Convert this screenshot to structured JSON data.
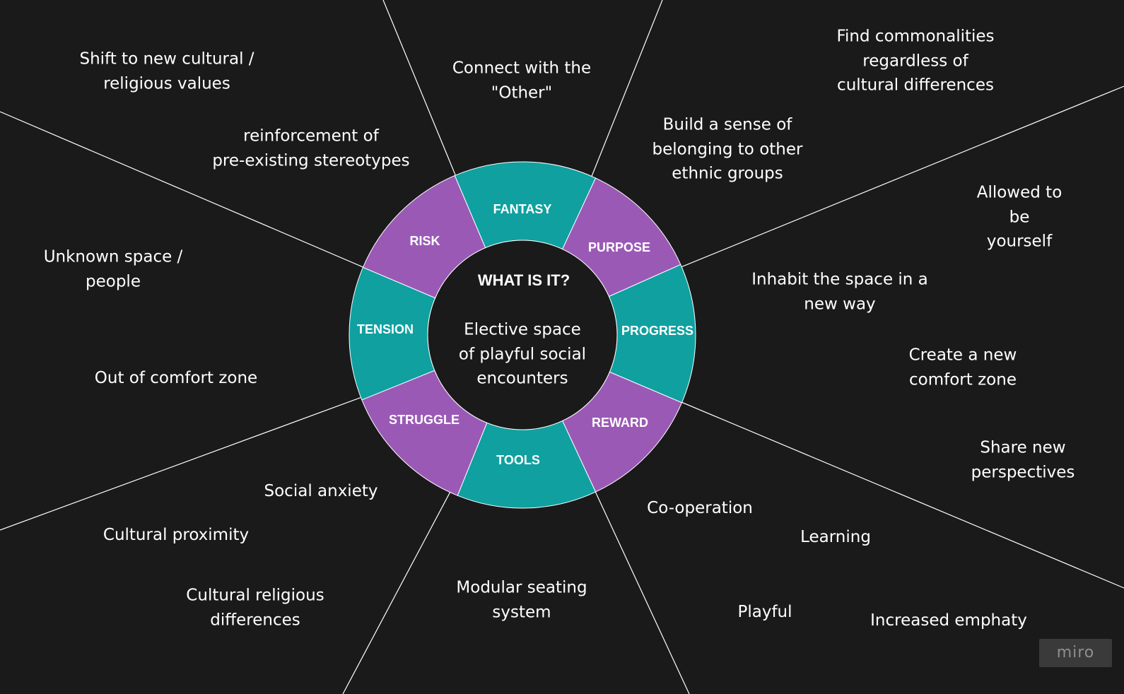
{
  "diagram": {
    "center_title": "WHAT IS IT?",
    "center_description": "Elective space\nof playful social\nencounters",
    "segments": [
      {
        "id": "fantasy",
        "label": "FANTASY",
        "color": "#10a0a0"
      },
      {
        "id": "purpose",
        "label": "PURPOSE",
        "color": "#9b59b6"
      },
      {
        "id": "progress",
        "label": "PROGRESS",
        "color": "#10a0a0"
      },
      {
        "id": "reward",
        "label": "REWARD",
        "color": "#9b59b6"
      },
      {
        "id": "tools",
        "label": "TOOLS",
        "color": "#10a0a0"
      },
      {
        "id": "struggle",
        "label": "STRUGGLE",
        "color": "#9b59b6"
      },
      {
        "id": "tension",
        "label": "TENSION",
        "color": "#10a0a0"
      },
      {
        "id": "risk",
        "label": "RISK",
        "color": "#9b59b6"
      }
    ],
    "notes": {
      "fantasy": [
        "Connect with the\n\"Other\""
      ],
      "purpose": [
        "Build a sense of\nbelonging to other\nethnic groups",
        "Find commonalities regardless of\ncultural differences"
      ],
      "progress": [
        "Allowed to be\nyourself",
        "Inhabit the space in a\nnew way",
        "Create a new comfort zone"
      ],
      "reward": [
        "Share new\nperspectives",
        "Co-operation",
        "Learning",
        "Playful",
        "Increased emphaty"
      ],
      "tools": [
        "Modular seating\nsystem"
      ],
      "struggle": [
        "Social anxiety",
        "Cultural proximity",
        "Cultural religious\ndifferences"
      ],
      "tension": [
        "Unknown space /\npeople",
        "Out of comfort zone"
      ],
      "risk": [
        "Shift to new cultural /\nreligious values",
        "reinforcement of\npre-existing stereotypes"
      ]
    }
  },
  "watermark": "miro",
  "colors": {
    "background": "#1a1a1a",
    "teal": "#10a0a0",
    "purple": "#9b59b6",
    "hole": "#1a1a1a",
    "lines": "#ffffff",
    "text": "#ffffff"
  }
}
